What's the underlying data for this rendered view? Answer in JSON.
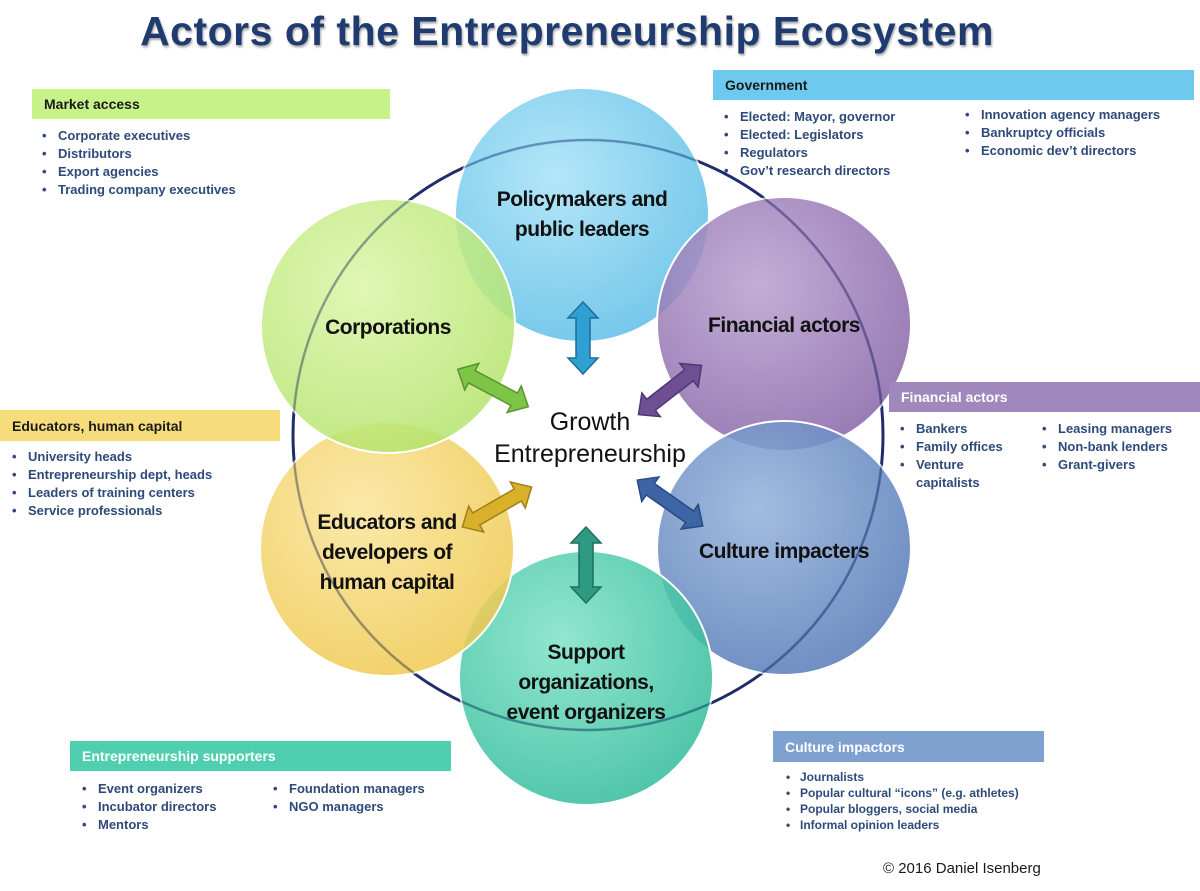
{
  "title": "Actors of the Entrepreneurship Ecosystem",
  "center": {
    "line1": "Growth",
    "line2": "Entrepreneurship"
  },
  "circles": [
    {
      "id": "policymakers",
      "line1": "Policymakers and",
      "line2": "public leaders",
      "color": "#7dcfee"
    },
    {
      "id": "financial",
      "line1": "Financial actors",
      "color": "#9b7bb5"
    },
    {
      "id": "culture",
      "line1": "Culture impacters",
      "color": "#6f94c8"
    },
    {
      "id": "support",
      "line1": "Support",
      "line2": "organizations,",
      "line3": "event organizers",
      "color": "#4fd0b0"
    },
    {
      "id": "educators",
      "line1": "Educators and",
      "line2": "developers of",
      "line3": "human capital",
      "color": "#f5d86a"
    },
    {
      "id": "corporations",
      "line1": "Corporations",
      "color": "#c8ee84"
    }
  ],
  "boxes": {
    "market": {
      "header": "Market access",
      "color": "#c7f28a",
      "items": [
        "Corporate executives",
        "Distributors",
        "Export agencies",
        "Trading company executives"
      ]
    },
    "government": {
      "header": "Government",
      "color": "#6dc9ee",
      "col1": [
        "Elected: Mayor, governor",
        "Elected: Legislators",
        "Regulators",
        "Gov’t research directors"
      ],
      "col2": [
        "Innovation agency managers",
        "Bankruptcy officials",
        "Economic dev’t directors"
      ]
    },
    "financial": {
      "header": "Financial actors",
      "color": "#a088bd",
      "col1": [
        "Bankers",
        "Family offices",
        "Venture capitalists"
      ],
      "col2": [
        "Leasing managers",
        "Non-bank lenders",
        "Grant-givers"
      ]
    },
    "educators": {
      "header": "Educators, human capital",
      "color": "#f7dc7c",
      "items": [
        "University heads",
        "Entrepreneurship dept, heads",
        "Leaders of training centers",
        "Service professionals"
      ]
    },
    "supporters": {
      "header": "Entrepreneurship supporters",
      "color": "#4fcfb0",
      "col1": [
        "Event organizers",
        "Incubator directors",
        "Mentors"
      ],
      "col2": [
        "Foundation managers",
        "NGO managers"
      ]
    },
    "culture": {
      "header": "Culture impactors",
      "color": "#7fa1d0",
      "items": [
        "Journalists",
        "Popular cultural “icons” (e.g. athletes)",
        "Popular bloggers, social media",
        "Informal opinion leaders"
      ]
    }
  },
  "copyright": "©  2016 Daniel Isenberg"
}
